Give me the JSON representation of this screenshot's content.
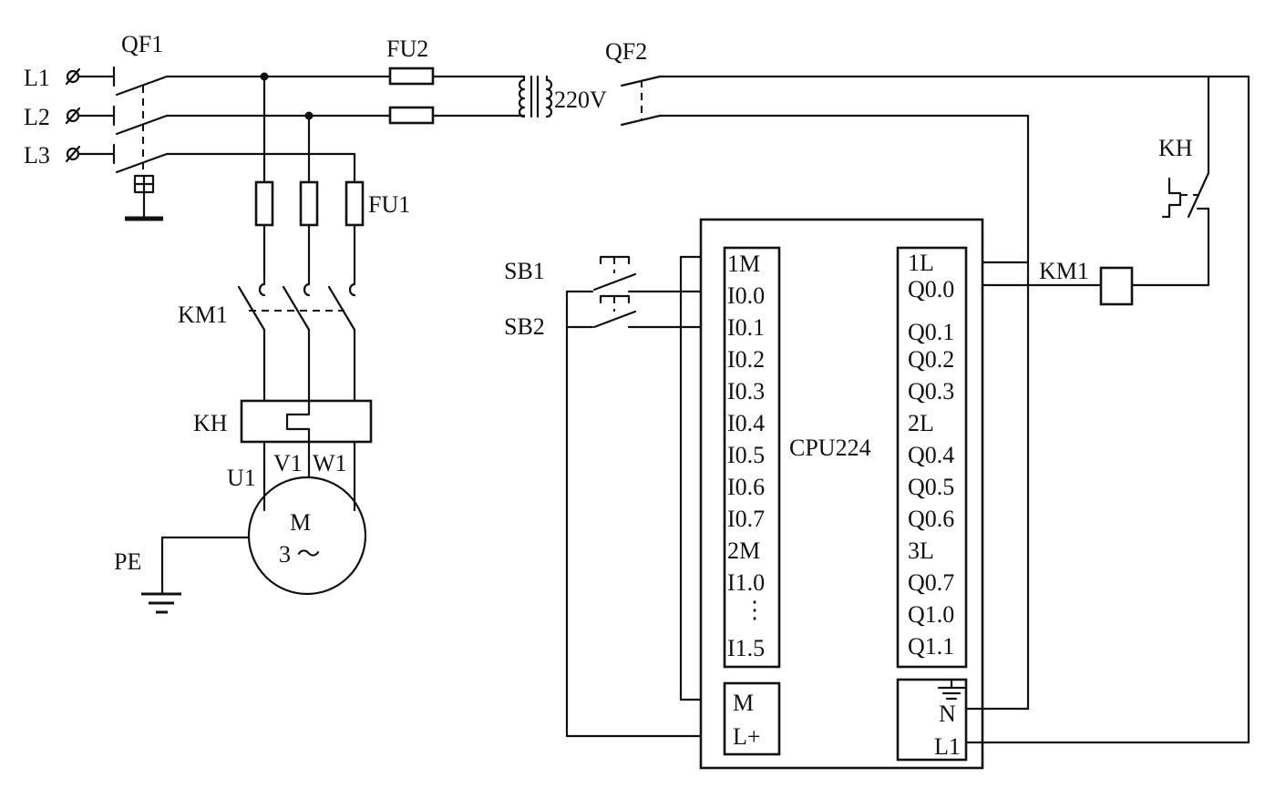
{
  "labels": {
    "L1": "L1",
    "L2": "L2",
    "L3": "L3",
    "QF1": "QF1",
    "FU2": "FU2",
    "QF2": "QF2",
    "voltage": "220V",
    "FU1": "FU1",
    "KM1_main": "KM1",
    "KH_main": "KH",
    "U1": "U1",
    "V1": "V1",
    "W1": "W1",
    "motor_M": "M",
    "motor_phase": "3 ～",
    "PE": "PE",
    "KH_ctrl": "KH",
    "KM1_coil": "KM1",
    "SB1": "SB1",
    "SB2": "SB2",
    "cpu": "CPU224"
  },
  "plc": {
    "inputs": [
      "1M",
      "I0.0",
      "I0.1",
      "I0.2",
      "I0.3",
      "I0.4",
      "I0.5",
      "I0.6",
      "I0.7",
      "2M",
      "I1.0",
      "⋮",
      "I1.5"
    ],
    "outputs": [
      "1L",
      "Q0.0",
      "Q0.1",
      "Q0.2",
      "Q0.3",
      "2L",
      "Q0.4",
      "Q0.5",
      "Q0.6",
      "3L",
      "Q0.7",
      "Q1.0",
      "Q1.1"
    ],
    "power_in": [
      "M",
      "L+"
    ],
    "power_supply": [
      "N",
      "L1"
    ]
  }
}
